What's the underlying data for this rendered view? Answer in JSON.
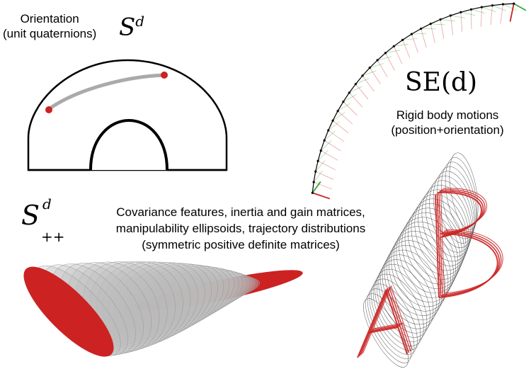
{
  "orientation": {
    "line1": "Orientation",
    "line2": "(unit quaternions)",
    "symbol": "S",
    "symbol_superscript": "d"
  },
  "rigid_body": {
    "symbol": "SE(d)",
    "line1": "Rigid body motions",
    "line2": "(position+orientation)"
  },
  "spd": {
    "symbol": "S",
    "symbol_superscript": "d",
    "symbol_subscript": "++",
    "line1": "Covariance features, inertia and gain matrices,",
    "line2": "manipulability ellipsoids, trajectory distributions",
    "line3": "(symmetric positive definite matrices)"
  },
  "colors": {
    "accent_red": "#cc2222",
    "geodesic_gray": "#aaaaaa",
    "axis_green": "#33aa33"
  }
}
